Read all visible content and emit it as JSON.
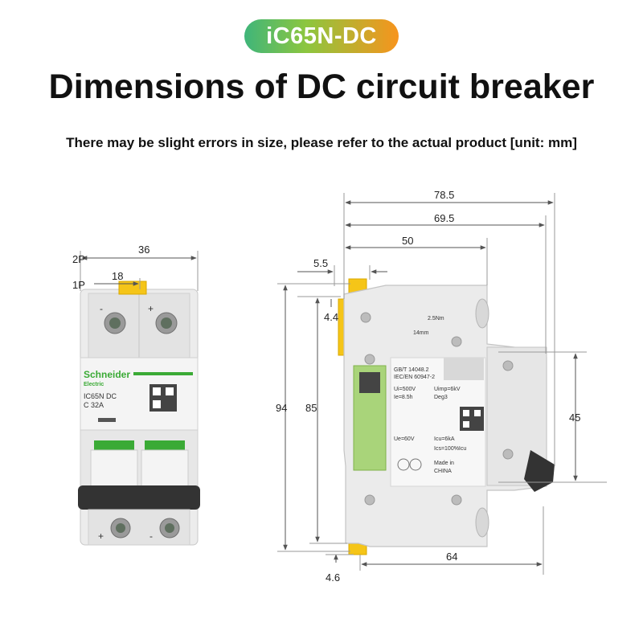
{
  "header": {
    "badge": "iC65N-DC",
    "title": "Dimensions of DC circuit breaker",
    "subtitle": "There may be slight errors in size, please refer to the actual product [unit: mm]"
  },
  "colors": {
    "badge_start": "#3fb57a",
    "badge_end": "#f7941d",
    "brand_green": "#3aaa35",
    "latch_yellow": "#f5c518",
    "lever_black": "#333333"
  },
  "front_view": {
    "dims": {
      "width_2p_label": "2P",
      "width_2p": "36",
      "width_1p_label": "1P",
      "width_1p": "18"
    },
    "device": {
      "brand_name": "Schneider",
      "brand_sub": "Electric",
      "model": "IC65N DC",
      "rating": "C 32A",
      "plus": "+",
      "minus": "-"
    }
  },
  "side_view": {
    "dims": {
      "top_total": "78.5",
      "top_depth": "69.5",
      "top_mid": "50",
      "offset": "5.5",
      "height_total": "94",
      "height_rail": "85",
      "front_height": "45",
      "bottom_width": "64",
      "top_offset_small": "4.4",
      "bottom_offset": "4.6"
    },
    "label_text": {
      "torque": "2.5Nm",
      "strip": "14mm",
      "std1": "IEC/EN 60947-2",
      "std0": "GB/T 14048.2",
      "ui": "Ui=500V",
      "uimp": "Uimp=6kV",
      "ie": "Ie=8.5h",
      "deg": "Deg3",
      "ue": "Ue=60V",
      "icu": "Icu=6kA",
      "ics": "Ics=100%Icu",
      "made": "Made in",
      "country": "CHINA"
    }
  }
}
